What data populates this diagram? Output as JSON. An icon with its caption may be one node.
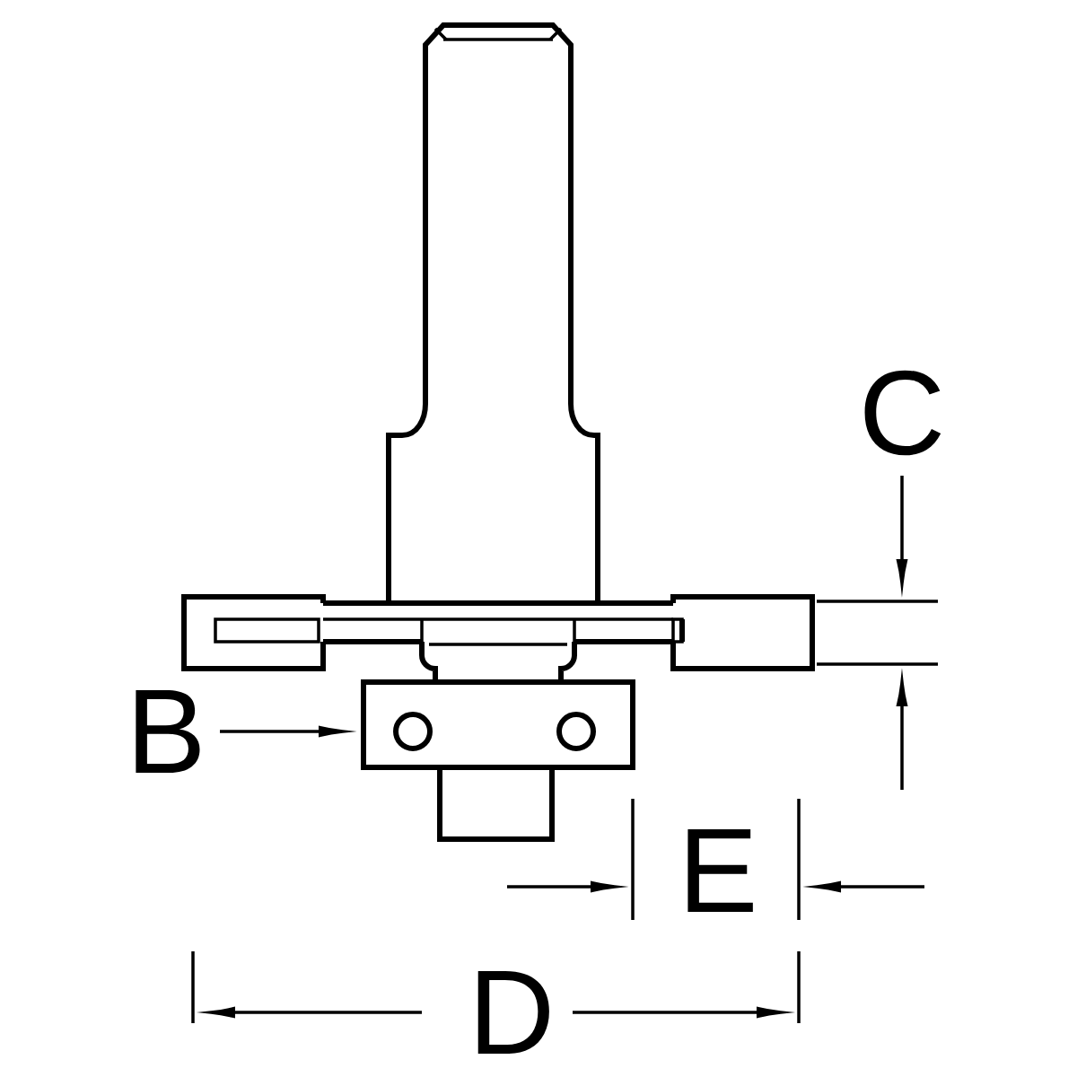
{
  "diagram": {
    "labels": [
      "C",
      "B",
      "E",
      "D"
    ]
  }
}
